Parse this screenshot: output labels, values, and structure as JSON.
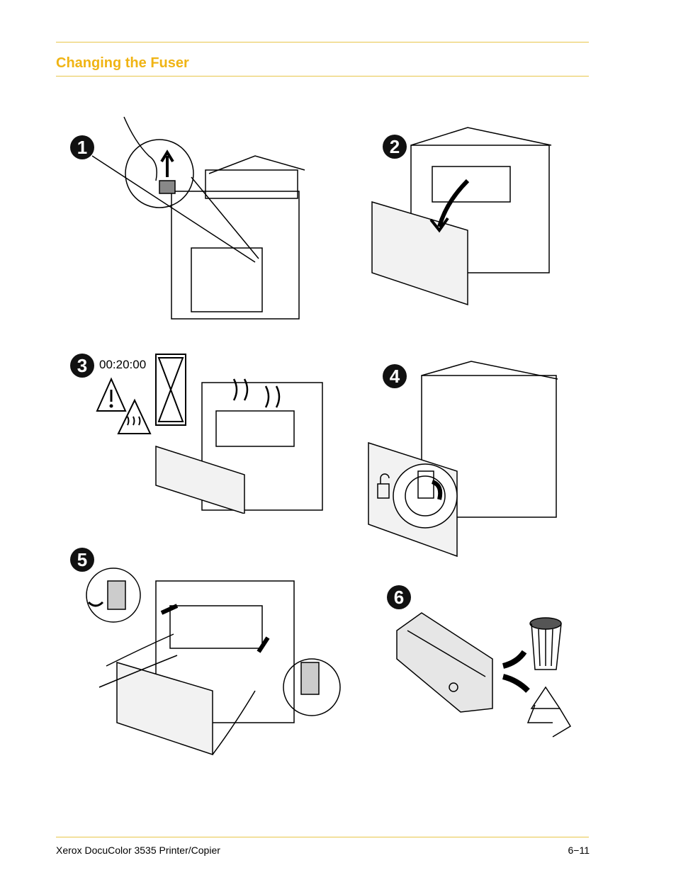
{
  "header": {
    "title": "Changing the Fuser"
  },
  "steps": [
    {
      "number": "1"
    },
    {
      "number": "2"
    },
    {
      "number": "3",
      "timer": "00:20:00"
    },
    {
      "number": "4"
    },
    {
      "number": "5"
    },
    {
      "number": "6"
    }
  ],
  "footer": {
    "product": "Xerox DocuColor 3535 Printer/Copier",
    "page": "6−11"
  },
  "colors": {
    "accent": "#f0b414",
    "rule": "#e8c64a"
  }
}
